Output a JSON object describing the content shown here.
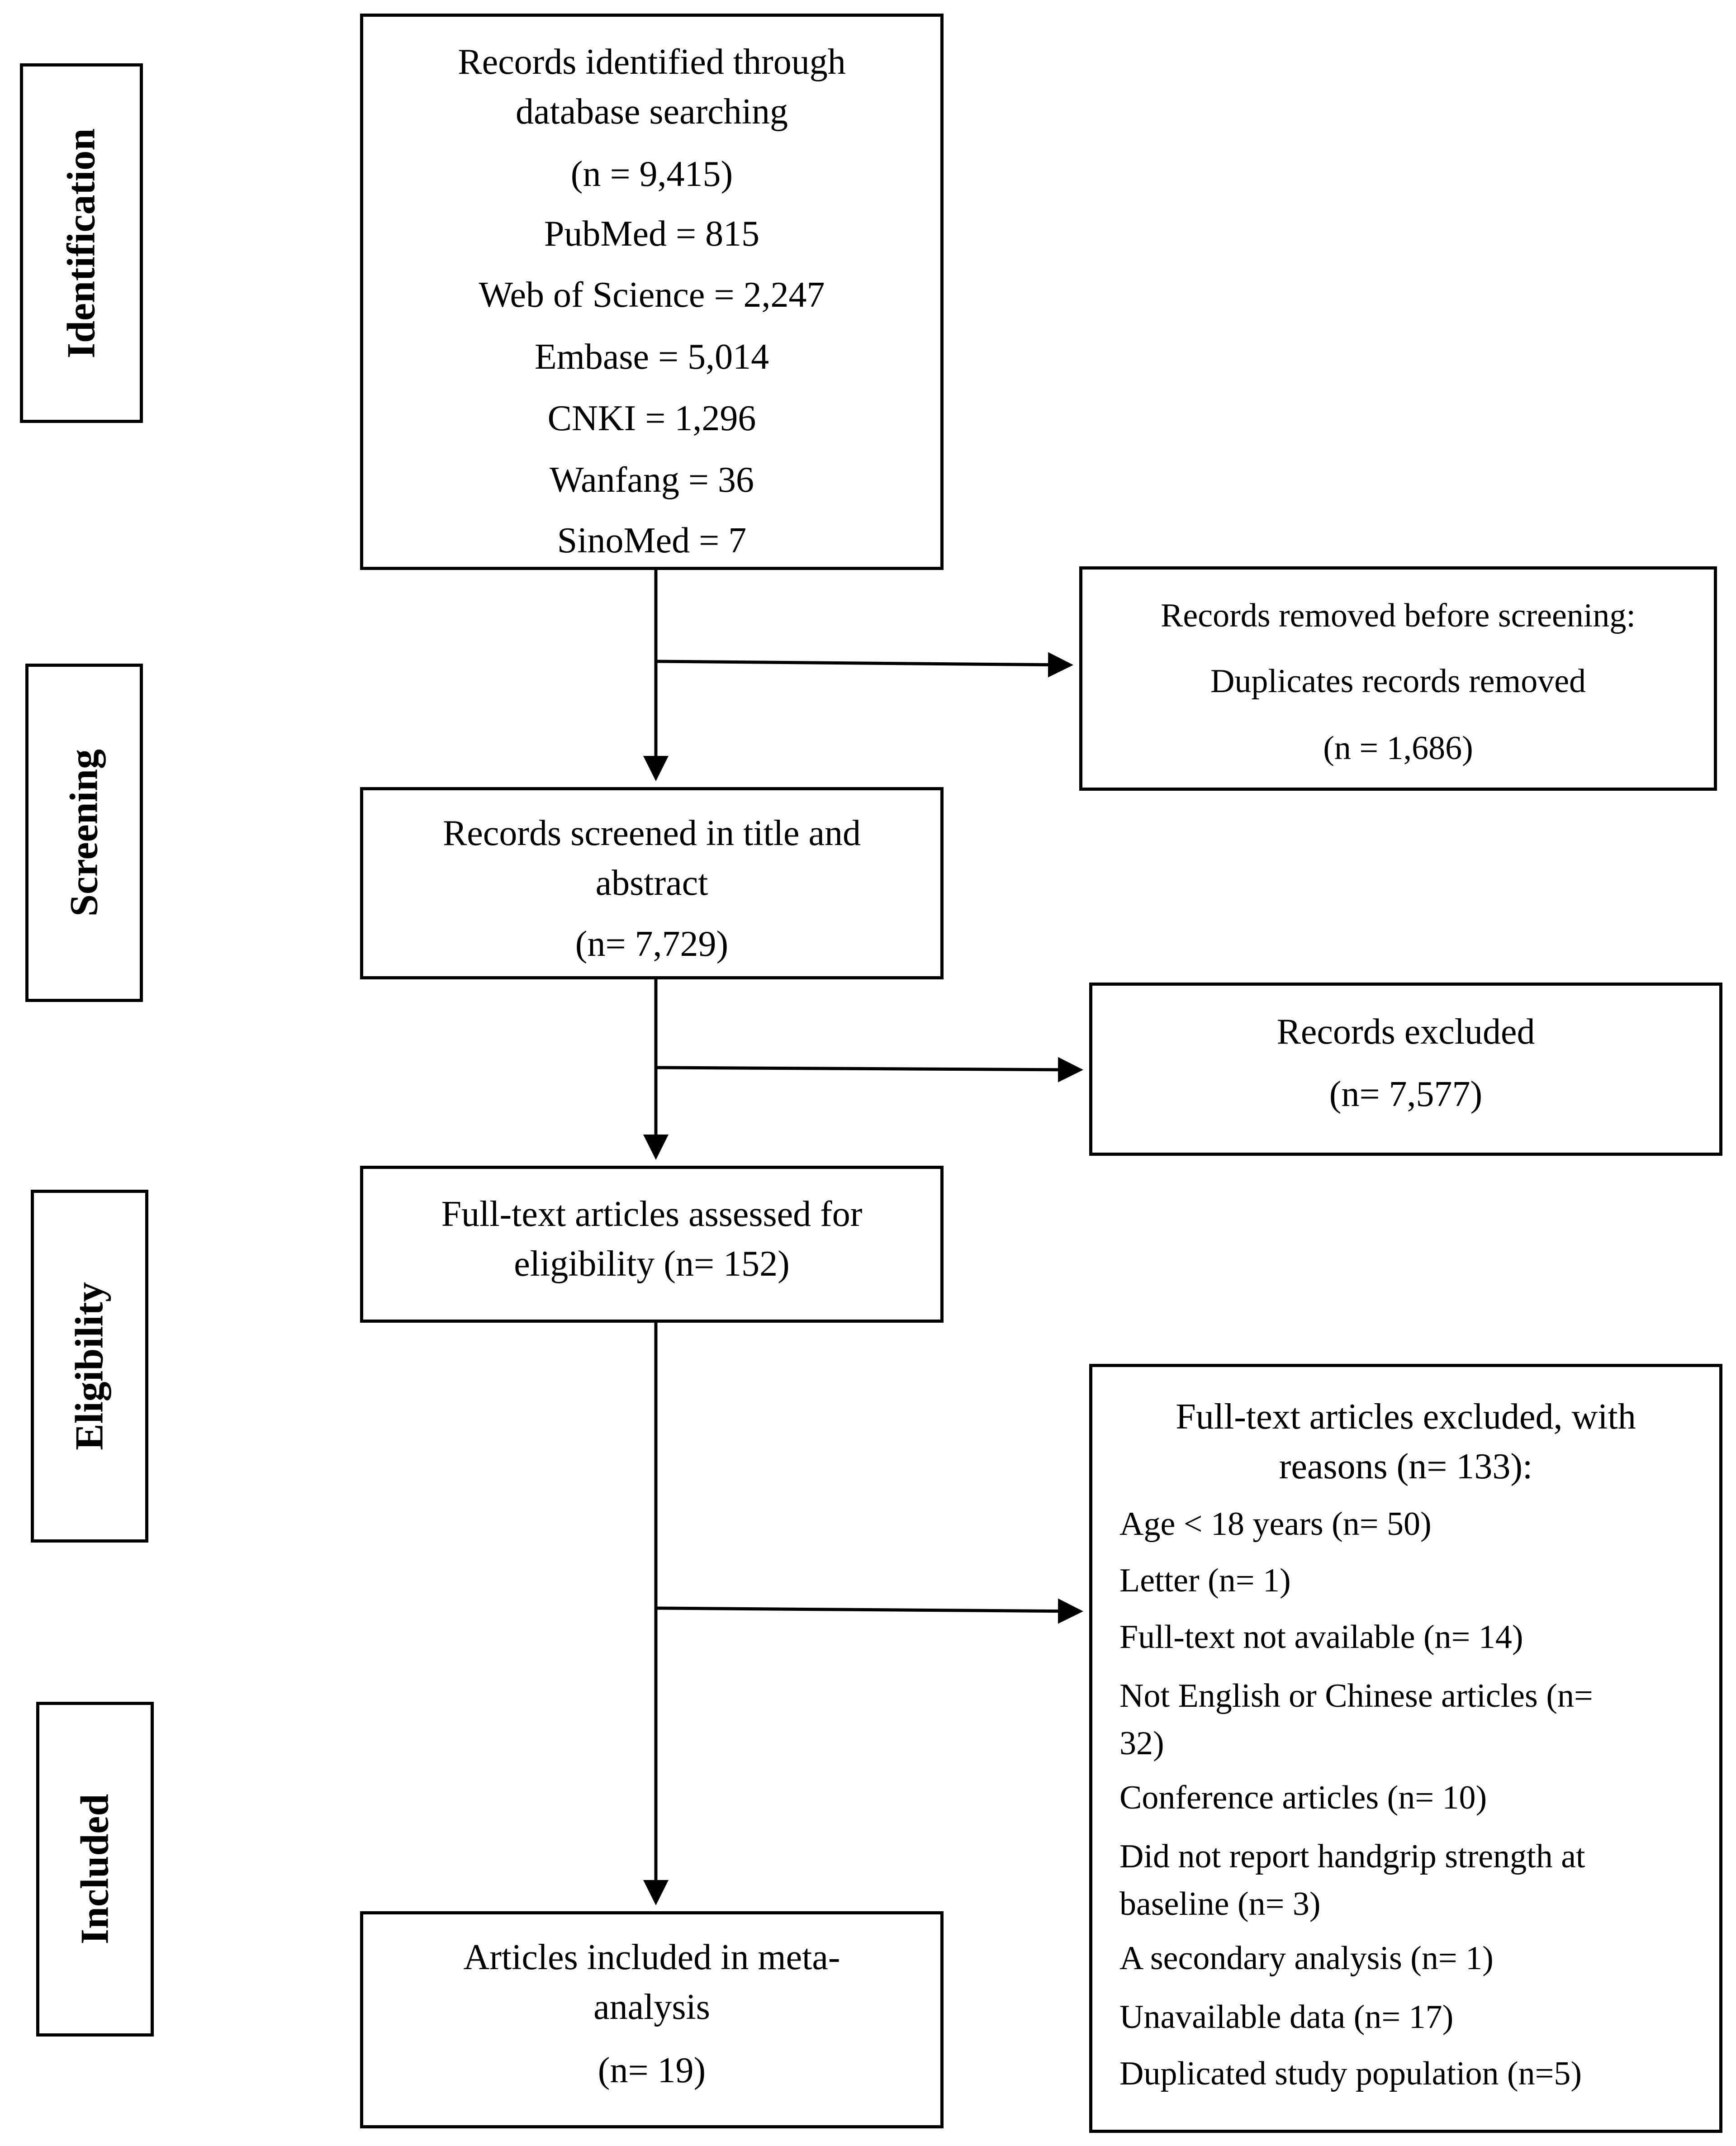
{
  "stages": {
    "identification": "Identification",
    "screening": "Screening",
    "eligibility": "Eligibility",
    "included": "Included"
  },
  "identified": {
    "line1": "Records identified through",
    "line2": "database searching",
    "count": "(n = 9,415)",
    "sources": [
      "PubMed = 815",
      "Web of Science = 2,247",
      "Embase = 5,014",
      "CNKI = 1,296",
      "Wanfang = 36",
      "SinoMed = 7"
    ]
  },
  "removed": {
    "line1": "Records removed before screening:",
    "line2": "Duplicates records removed",
    "count": "(n = 1,686)"
  },
  "screened": {
    "line1": "Records screened in title and",
    "line2": "abstract",
    "count": "(n= 7,729)"
  },
  "excluded": {
    "line1": "Records excluded",
    "count": "(n= 7,577)"
  },
  "fulltext": {
    "line1": "Full-text articles assessed for",
    "line2": "eligibility (n= 152)"
  },
  "fulltext_excluded": {
    "line1": "Full-text articles excluded, with",
    "line2": "reasons (n= 133):",
    "reasons": [
      "Age < 18 years (n= 50)",
      "Letter (n= 1)",
      "Full-text not available (n= 14)",
      "Not English or Chinese articles (n=",
      "32)",
      "Conference articles (n= 10)",
      "Did not report handgrip strength at",
      "baseline (n= 3)",
      "A secondary analysis (n= 1)",
      "Unavailable data (n= 17)",
      "Duplicated study population (n=5)"
    ]
  },
  "included": {
    "line1": "Articles included in meta-",
    "line2": "analysis",
    "count": "(n= 19)"
  }
}
